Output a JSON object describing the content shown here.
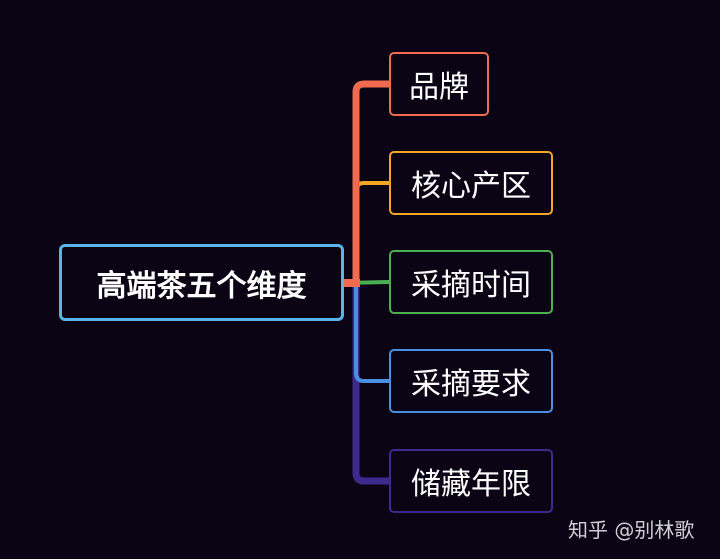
{
  "mindmap": {
    "root": {
      "label": "高端茶五个维度",
      "color": "#5ab4ea"
    },
    "branches": [
      {
        "label": "品牌",
        "color": "#f26b4f"
      },
      {
        "label": "核心产区",
        "color": "#f5a623"
      },
      {
        "label": "采摘时间",
        "color": "#4caf50"
      },
      {
        "label": "采摘要求",
        "color": "#4a90e2"
      },
      {
        "label": "储藏年限",
        "color": "#3d2a8f"
      }
    ]
  },
  "watermark": {
    "text": "知乎 @别林歌"
  }
}
